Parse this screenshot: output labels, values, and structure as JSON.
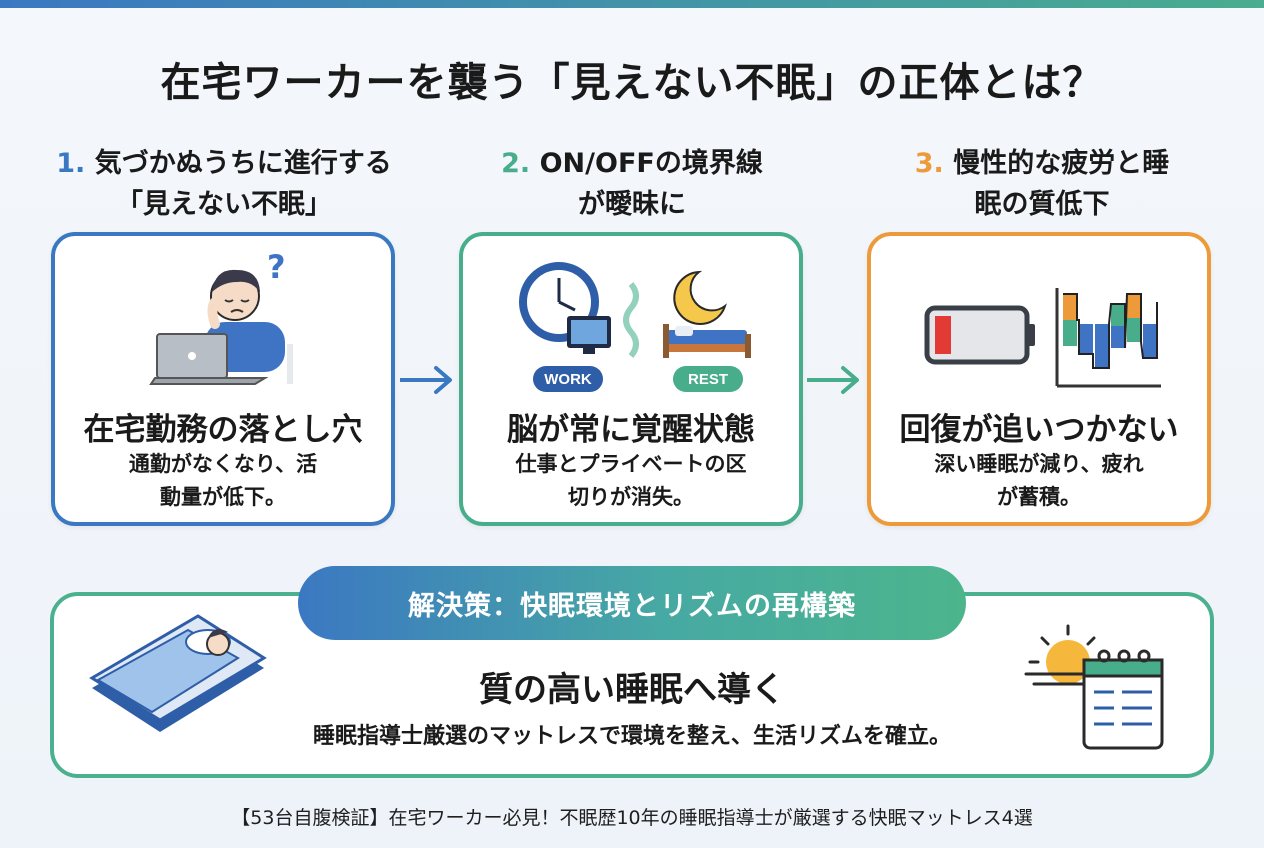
{
  "title": "在宅ワーカーを襲う「見えない不眠」の正体とは？",
  "steps": [
    {
      "number": "1.",
      "heading": "気づかぬうちに進行する「見えない不眠」",
      "card_title": "在宅勤務の落とし穴",
      "card_desc": "通勤がなくなり、活動量が低下。",
      "color": "#3a78c2"
    },
    {
      "number": "2.",
      "heading": "ON/OFFの境界線が曖昧に",
      "card_title": "脳が常に覚醒状態",
      "card_desc": "仕事とプライベートの区切りが消失。",
      "color": "#47ad8a",
      "badges": {
        "work": "WORK",
        "rest": "REST"
      }
    },
    {
      "number": "3.",
      "heading": "慢性的な疲労と睡眠の質低下",
      "card_title": "回復が追いつかない",
      "card_desc": "深い睡眠が減り、疲れが蓄積。",
      "color": "#ec9a3a"
    }
  ],
  "solution": {
    "label": "解決策：快眠環境とリズムの再構築",
    "title": "質の高い睡眠へ導く",
    "desc": "睡眠指導士厳選のマットレスで環境を整え、生活リズムを確立。"
  },
  "footer": "【53台自腹検証】在宅ワーカー必見！不眠歴10年の睡眠指導士が厳選する快眠マットレス4選",
  "icons": {
    "step1": "worried-person-laptop-icon",
    "step2": "clock-monitor-moon-bed-icon",
    "step3": "low-battery-sleep-graph-icon",
    "solution_left": "person-sleeping-bed-icon",
    "solution_right": "sunrise-calendar-icon"
  }
}
